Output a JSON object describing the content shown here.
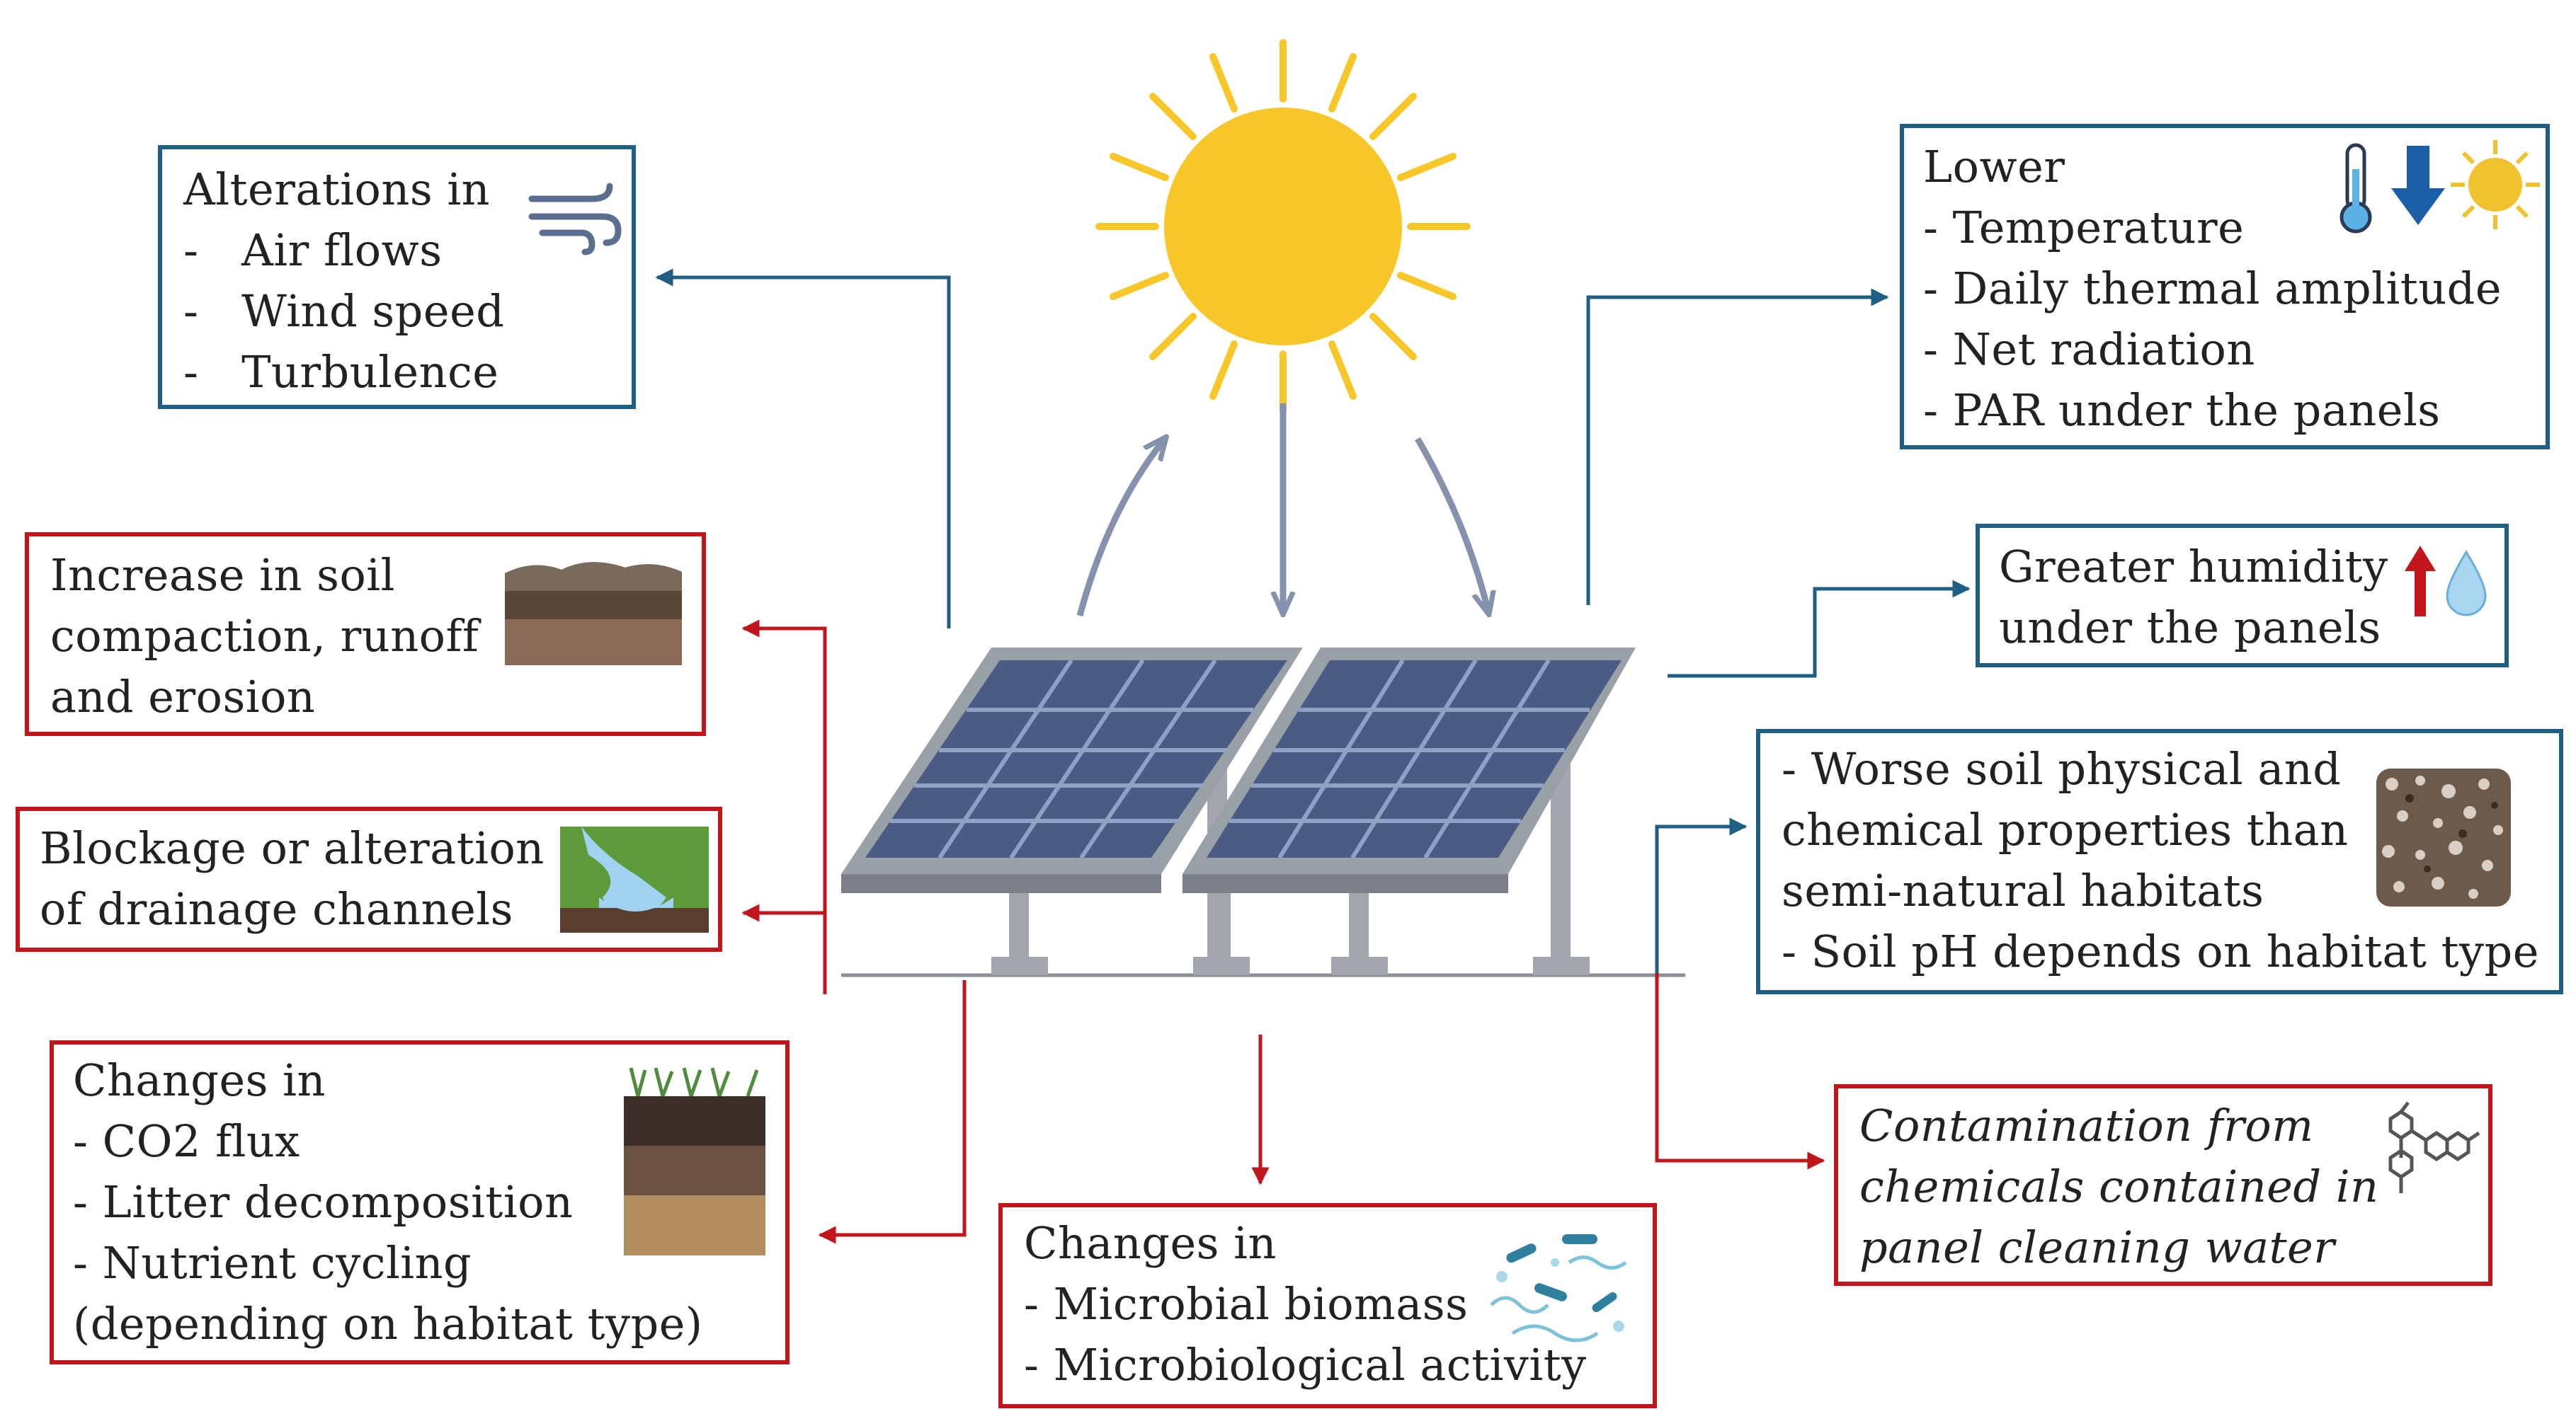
{
  "colors": {
    "blue_arrow": "#1f5f84",
    "red_arrow": "#c0161c",
    "ray_arrow": "#8592ad",
    "sun": "#f7c72a",
    "panel": "#44567a"
  },
  "icons": [
    "wind-icon",
    "thermometer-icon",
    "down-arrow-icon",
    "sun-icon",
    "up-arrow-icon",
    "water-drop-icon",
    "soil-icon",
    "drainage-icon",
    "soil-profile-icon",
    "microbes-icon",
    "chemical-molecule-icon",
    "porous-soil-icon"
  ],
  "boxes": {
    "air": [
      "Alterations in",
      "-   Air flows",
      "-   Wind speed",
      "-   Turbulence"
    ],
    "lower": [
      "Lower",
      "- Temperature",
      "- Daily thermal amplitude",
      "- Net radiation",
      "- PAR under the panels"
    ],
    "humidity": [
      "Greater humidity",
      "under the panels"
    ],
    "soil_props": [
      "- Worse soil physical and",
      "chemical properties than",
      "semi-natural habitats",
      "- Soil pH depends on habitat type"
    ],
    "compaction": [
      "Increase in soil",
      "compaction, runoff",
      "and erosion"
    ],
    "drainage": [
      "Blockage or alteration",
      "of drainage channels"
    ],
    "co2": [
      "Changes in",
      "- CO2 flux",
      "- Litter decomposition",
      "- Nutrient cycling",
      "(depending on habitat type)"
    ],
    "microbial": [
      "Changes in",
      "- Microbial biomass",
      "- Microbiological activity"
    ],
    "contamination": [
      "Contamination from",
      "chemicals contained in",
      "panel cleaning water"
    ]
  }
}
